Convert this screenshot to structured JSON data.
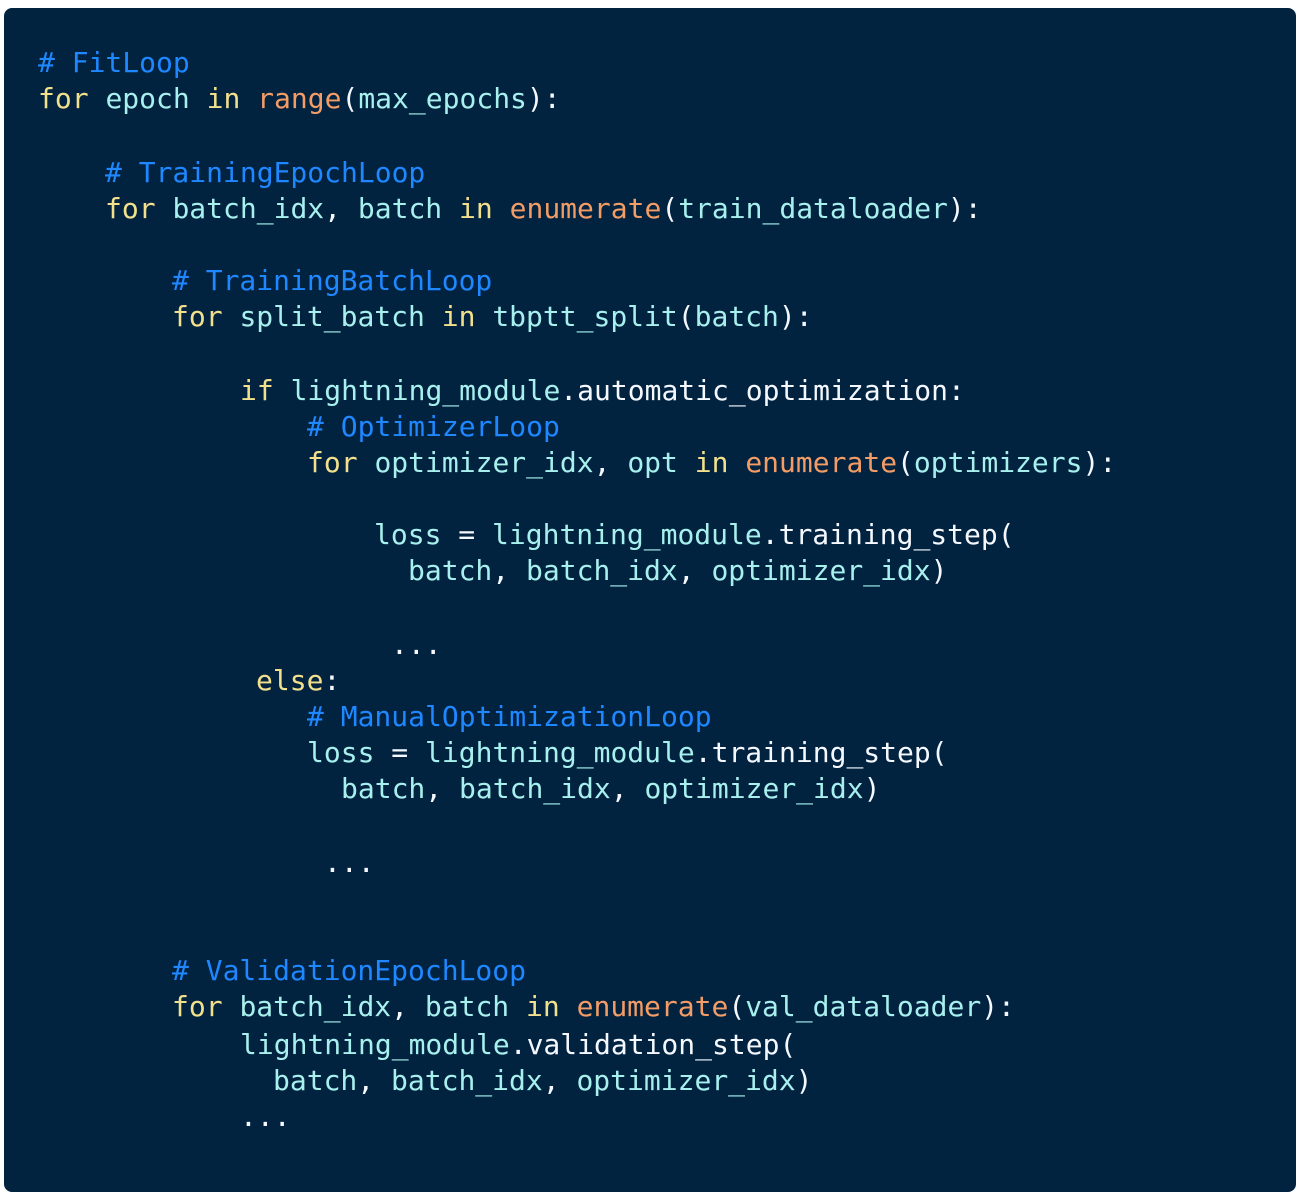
{
  "colors": {
    "background": "#012340",
    "comment": "#1f87ff",
    "keyword": "#f2e08c",
    "variable": "#a8f0ee",
    "builtin": "#f49c65",
    "punctuation": "#f5f9ff"
  },
  "code": {
    "lines": [
      {
        "tokens": [
          {
            "t": "# FitLoop",
            "k": "comment"
          }
        ]
      },
      {
        "tokens": [
          {
            "t": "for",
            "k": "kw"
          },
          {
            "t": " ",
            "k": "punct"
          },
          {
            "t": "epoch",
            "k": "var"
          },
          {
            "t": " ",
            "k": "punct"
          },
          {
            "t": "in",
            "k": "kw"
          },
          {
            "t": " ",
            "k": "punct"
          },
          {
            "t": "range",
            "k": "fn"
          },
          {
            "t": "(",
            "k": "punct"
          },
          {
            "t": "max_epochs",
            "k": "var"
          },
          {
            "t": "):",
            "k": "punct"
          }
        ]
      },
      {
        "tokens": [
          {
            "t": "# TrainingEpochLoop",
            "k": "comment"
          }
        ]
      },
      {
        "tokens": [
          {
            "t": "for",
            "k": "kw"
          },
          {
            "t": " ",
            "k": "punct"
          },
          {
            "t": "batch_idx",
            "k": "var"
          },
          {
            "t": ", ",
            "k": "punct"
          },
          {
            "t": "batch",
            "k": "var"
          },
          {
            "t": " ",
            "k": "punct"
          },
          {
            "t": "in",
            "k": "kw"
          },
          {
            "t": " ",
            "k": "punct"
          },
          {
            "t": "enumerate",
            "k": "fn"
          },
          {
            "t": "(",
            "k": "punct"
          },
          {
            "t": "train_dataloader",
            "k": "var"
          },
          {
            "t": "):",
            "k": "punct"
          }
        ]
      },
      {
        "tokens": [
          {
            "t": "# TrainingBatchLoop",
            "k": "comment"
          }
        ]
      },
      {
        "tokens": [
          {
            "t": "for",
            "k": "kw"
          },
          {
            "t": " ",
            "k": "punct"
          },
          {
            "t": "split_batch",
            "k": "var"
          },
          {
            "t": " ",
            "k": "punct"
          },
          {
            "t": "in",
            "k": "kw"
          },
          {
            "t": " ",
            "k": "punct"
          },
          {
            "t": "tbptt_split",
            "k": "var"
          },
          {
            "t": "(",
            "k": "punct"
          },
          {
            "t": "batch",
            "k": "var"
          },
          {
            "t": "):",
            "k": "punct"
          }
        ]
      },
      {
        "tokens": [
          {
            "t": "if",
            "k": "kw"
          },
          {
            "t": " ",
            "k": "punct"
          },
          {
            "t": "lightning_module",
            "k": "var"
          },
          {
            "t": ".automatic_optimization:",
            "k": "punct"
          }
        ]
      },
      {
        "tokens": [
          {
            "t": "# OptimizerLoop",
            "k": "comment"
          }
        ]
      },
      {
        "tokens": [
          {
            "t": "for",
            "k": "kw"
          },
          {
            "t": " ",
            "k": "punct"
          },
          {
            "t": "optimizer_idx",
            "k": "var"
          },
          {
            "t": ", ",
            "k": "punct"
          },
          {
            "t": "opt",
            "k": "var"
          },
          {
            "t": " ",
            "k": "punct"
          },
          {
            "t": "in",
            "k": "kw"
          },
          {
            "t": " ",
            "k": "punct"
          },
          {
            "t": "enumerate",
            "k": "fn"
          },
          {
            "t": "(",
            "k": "punct"
          },
          {
            "t": "optimizers",
            "k": "var"
          },
          {
            "t": "):",
            "k": "punct"
          }
        ]
      },
      {
        "tokens": [
          {
            "t": "loss",
            "k": "var"
          },
          {
            "t": " = ",
            "k": "punct"
          },
          {
            "t": "lightning_module",
            "k": "var"
          },
          {
            "t": ".training_step(",
            "k": "punct"
          }
        ]
      },
      {
        "tokens": [
          {
            "t": "batch",
            "k": "var"
          },
          {
            "t": ", ",
            "k": "punct"
          },
          {
            "t": "batch_idx",
            "k": "var"
          },
          {
            "t": ", ",
            "k": "punct"
          },
          {
            "t": "optimizer_idx",
            "k": "var"
          },
          {
            "t": ")",
            "k": "punct"
          }
        ]
      },
      {
        "tokens": [
          {
            "t": "...",
            "k": "punct"
          }
        ]
      },
      {
        "tokens": [
          {
            "t": "else",
            "k": "kw"
          },
          {
            "t": ":",
            "k": "punct"
          }
        ]
      },
      {
        "tokens": [
          {
            "t": "# ManualOptimizationLoop",
            "k": "comment"
          }
        ]
      },
      {
        "tokens": [
          {
            "t": "loss",
            "k": "var"
          },
          {
            "t": " = ",
            "k": "punct"
          },
          {
            "t": "lightning_module",
            "k": "var"
          },
          {
            "t": ".training_step(",
            "k": "punct"
          }
        ]
      },
      {
        "tokens": [
          {
            "t": "batch",
            "k": "var"
          },
          {
            "t": ", ",
            "k": "punct"
          },
          {
            "t": "batch_idx",
            "k": "var"
          },
          {
            "t": ", ",
            "k": "punct"
          },
          {
            "t": "optimizer_idx",
            "k": "var"
          },
          {
            "t": ")",
            "k": "punct"
          }
        ]
      },
      {
        "tokens": [
          {
            "t": "...",
            "k": "punct"
          }
        ]
      },
      {
        "tokens": [
          {
            "t": "# ValidationEpochLoop",
            "k": "comment"
          }
        ]
      },
      {
        "tokens": [
          {
            "t": "for",
            "k": "kw"
          },
          {
            "t": " ",
            "k": "punct"
          },
          {
            "t": "batch_idx",
            "k": "var"
          },
          {
            "t": ", ",
            "k": "punct"
          },
          {
            "t": "batch",
            "k": "var"
          },
          {
            "t": " ",
            "k": "punct"
          },
          {
            "t": "in",
            "k": "kw"
          },
          {
            "t": " ",
            "k": "punct"
          },
          {
            "t": "enumerate",
            "k": "fn"
          },
          {
            "t": "(",
            "k": "punct"
          },
          {
            "t": "val_dataloader",
            "k": "var"
          },
          {
            "t": "):",
            "k": "punct"
          }
        ]
      },
      {
        "tokens": [
          {
            "t": "lightning_module",
            "k": "var"
          },
          {
            "t": ".validation_step(",
            "k": "punct"
          }
        ]
      },
      {
        "tokens": [
          {
            "t": "batch",
            "k": "var"
          },
          {
            "t": ", ",
            "k": "punct"
          },
          {
            "t": "batch_idx",
            "k": "var"
          },
          {
            "t": ", ",
            "k": "punct"
          },
          {
            "t": "optimizer_idx",
            "k": "var"
          },
          {
            "t": ")",
            "k": "punct"
          }
        ]
      },
      {
        "tokens": [
          {
            "t": "...",
            "k": "punct"
          }
        ]
      }
    ]
  }
}
